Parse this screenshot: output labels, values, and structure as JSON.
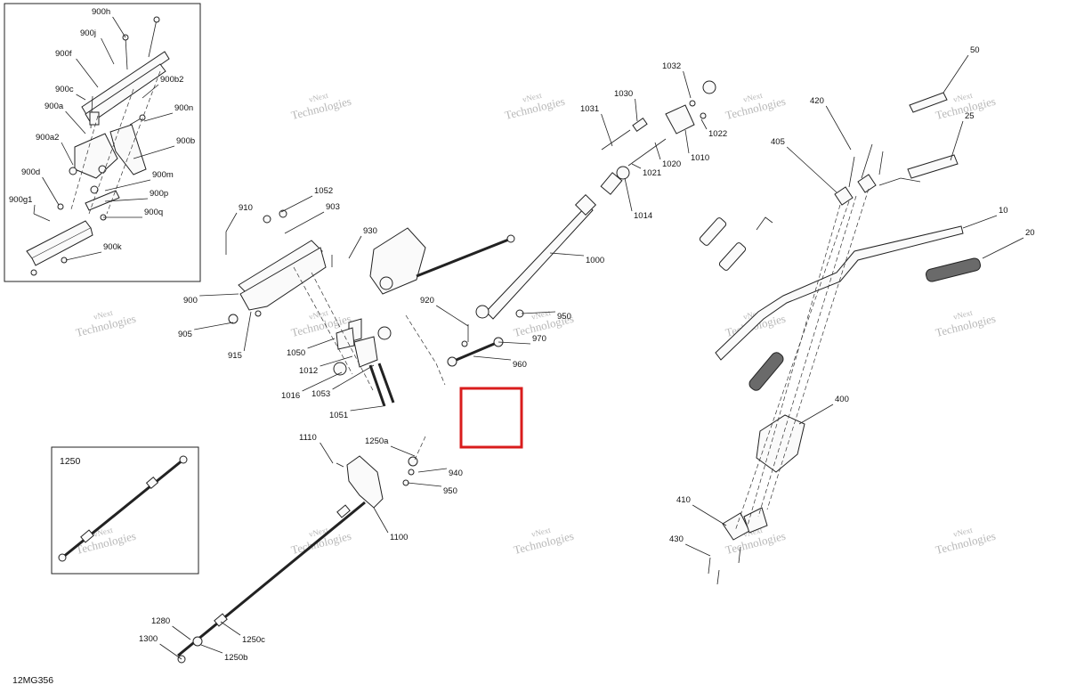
{
  "diagram": {
    "code": "12MG356",
    "inset_top_labels": [
      "900h",
      "900j",
      "900f",
      "900c",
      "900b2",
      "900a",
      "900n",
      "900a2",
      "900b",
      "900d",
      "900m",
      "900p",
      "900g1",
      "900q",
      "900k"
    ],
    "inset_bottom_title": "1250",
    "labels": [
      "1032",
      "1030",
      "1031",
      "1022",
      "1010",
      "1020",
      "1021",
      "1014",
      "50",
      "25",
      "420",
      "405",
      "10",
      "20",
      "1052",
      "910",
      "903",
      "930",
      "900",
      "1000",
      "905",
      "915",
      "920",
      "950",
      "970",
      "960",
      "1050",
      "1012",
      "1016",
      "1053",
      "1051",
      "400",
      "1110",
      "1250a",
      "940",
      "950",
      "1100",
      "410",
      "430",
      "1280",
      "1300",
      "1250c",
      "1250b"
    ],
    "watermark_line1": "vNext",
    "watermark_line2": "Technologies",
    "highlight_color": "#d91c1c"
  }
}
